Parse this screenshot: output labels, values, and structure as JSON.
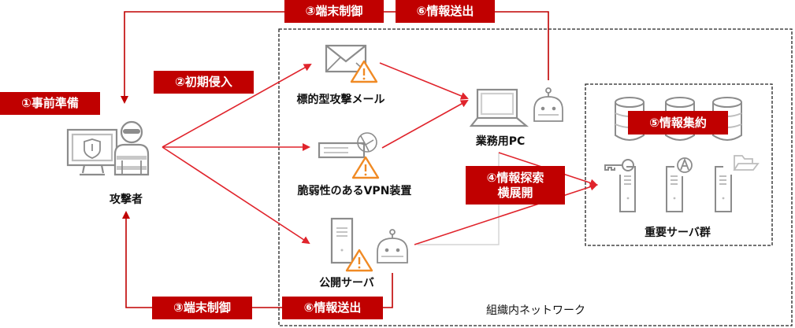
{
  "colors": {
    "accent_red": "#c00000",
    "arrow_red": "#e0242c",
    "icon_gray": "#8c8c8c",
    "warning_orange": "#f08a24",
    "dashed_border": "#222222"
  },
  "steps": {
    "step1": "①事前準備",
    "step2": "②初期侵入",
    "step3_top": "③端末制御",
    "step6_top": "⑥情報送出",
    "step3_bottom": "③端末制御",
    "step6_bottom": "⑥情報送出",
    "step4_line1": "④情報探索",
    "step4_line2": "横展開",
    "step5": "⑤情報集約"
  },
  "nodes": {
    "attacker": "攻撃者",
    "phishing_mail": "標的型攻撃メール",
    "vpn_device": "脆弱性のあるVPN装置",
    "public_server": "公開サーバ",
    "business_pc": "業務用PC",
    "critical_servers": "重要サーバ群"
  },
  "zones": {
    "internal_network": "組織内ネットワーク"
  },
  "icons": [
    "attacker-monitor-icon",
    "hacker-icon",
    "mail-icon",
    "warning-icon",
    "vpn-device-icon",
    "globe-icon",
    "server-icon",
    "bot-icon",
    "laptop-icon",
    "database-icon",
    "key-icon",
    "app-icon",
    "folder-icon"
  ]
}
